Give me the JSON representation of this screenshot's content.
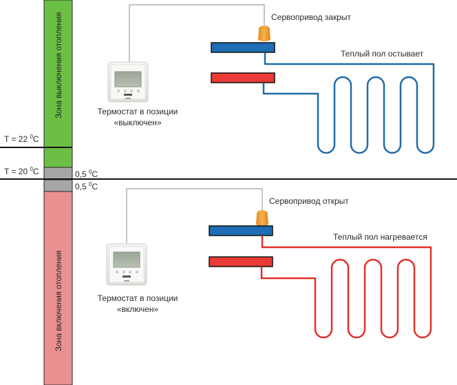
{
  "colors": {
    "off_zone": "#6cbf45",
    "on_zone": "#e99090",
    "hysteresis": "#a6a6a6",
    "supply_manifold": "#e93a36",
    "return_manifold": "#1f6db5",
    "pipe_cooling": "#1f6aa8",
    "pipe_heating": "#e0302b",
    "servo": "#f2a23a",
    "wire": "#8a8a8a",
    "divider": "#111111"
  },
  "scale": {
    "off_zone_label": "Зона выключения отопления",
    "on_zone_label": "Зона включения отопления",
    "t_upper": {
      "prefix": "T = 22 ",
      "sup": "0",
      "unit": "C"
    },
    "t_setpoint": {
      "prefix": "T = 20 ",
      "sup": "0",
      "unit": "C"
    },
    "hyst_upper": {
      "prefix": "0,5 ",
      "sup": "0",
      "unit": "C"
    },
    "hyst_lower": {
      "prefix": "0,5 ",
      "sup": "0",
      "unit": "C"
    }
  },
  "top_panel": {
    "thermostat_label_line1": "Термостат в позиции",
    "thermostat_label_line2": "«выключен»",
    "servo_label": "Сервопривод закрыт",
    "floor_label": "Теплый пол остывает",
    "state": "off"
  },
  "bottom_panel": {
    "thermostat_label_line1": "Термостат в позиции",
    "thermostat_label_line2": "«включен»",
    "servo_label": "Сервопривод открыт",
    "floor_label": "Теплый пол нагревается",
    "state": "on"
  }
}
